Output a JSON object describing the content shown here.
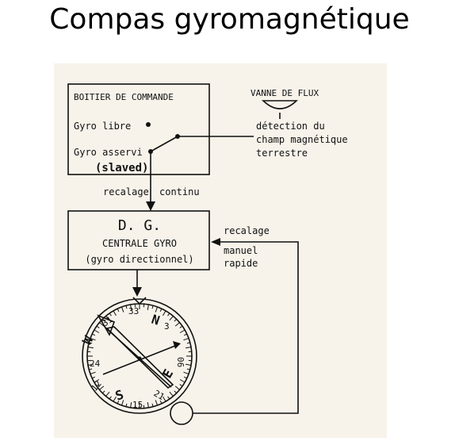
{
  "title": "Compas gyromagnétique",
  "diagram": {
    "control_box": {
      "heading": "BOITIER DE COMMANDE",
      "free_gyro": "Gyro libre",
      "slaved_gyro": "Gyro asservi",
      "slaved_note": "(slaved)"
    },
    "flux_valve": {
      "label": "VANNE DE FLUX",
      "detection_line1": "détection du",
      "detection_line2": "champ magnétique",
      "detection_line3": "terrestre"
    },
    "continuous_reset": {
      "left": "recalage",
      "right": "continu"
    },
    "directional_gyro": {
      "line1": "D. G.",
      "line2": "CENTRALE GYRO",
      "line3": "(gyro directionnel)"
    },
    "manual_reset": {
      "line1": "recalage",
      "line2": "manuel",
      "line3": "rapide"
    },
    "compass_card": {
      "labels": [
        "33",
        "N",
        "3",
        "W",
        "31",
        "24",
        "12",
        "S",
        "15",
        "21",
        "E",
        "06"
      ]
    }
  }
}
